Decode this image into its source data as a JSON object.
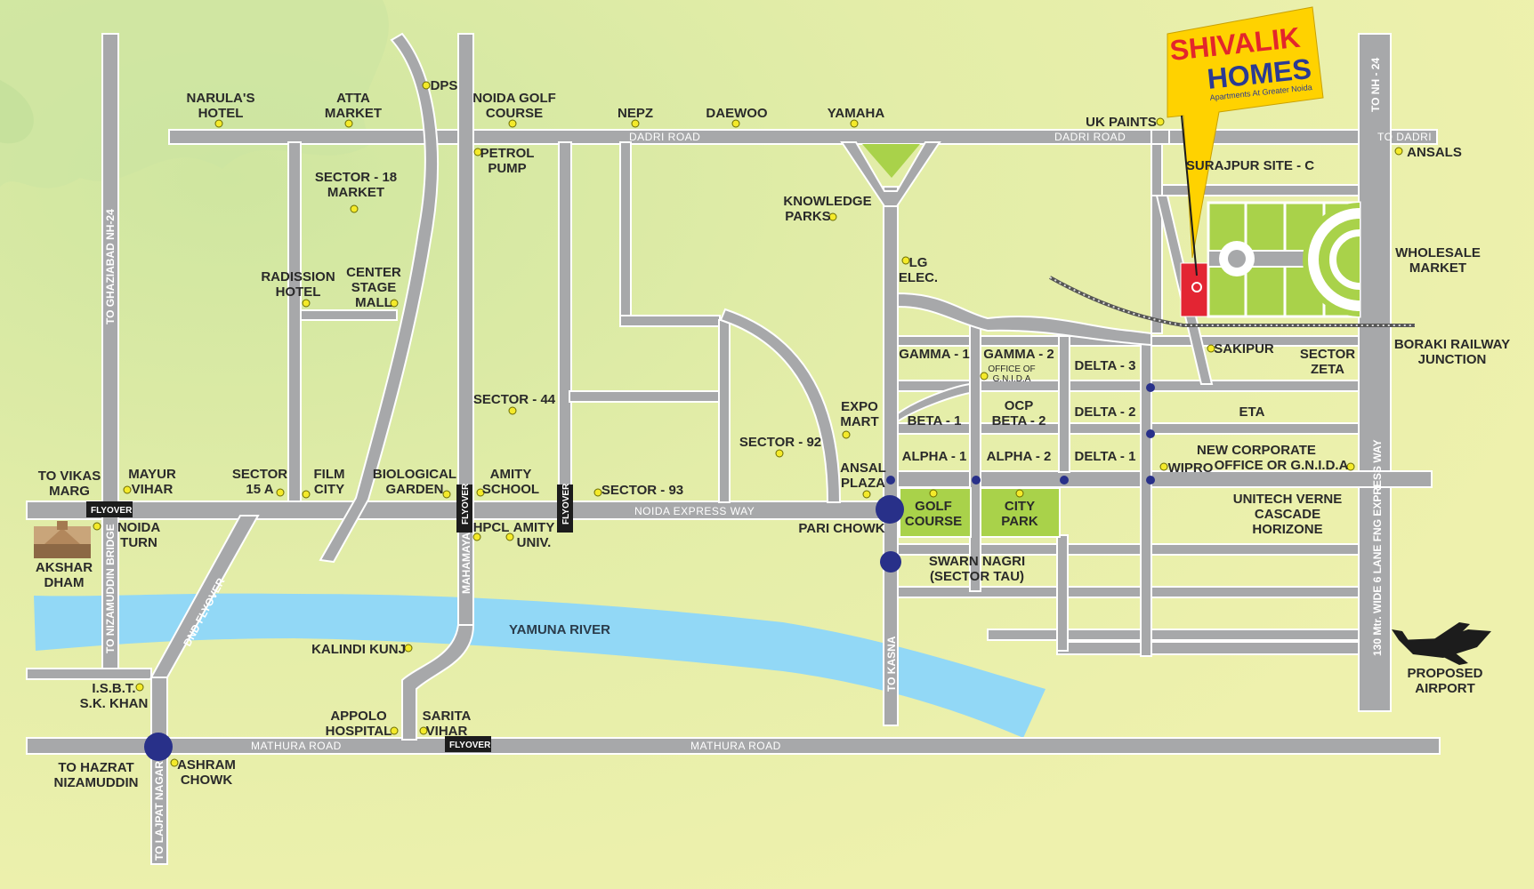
{
  "brand": {
    "name_line1": "SHIVALIK",
    "name_line2": "HOMES",
    "tagline": "Apartments At Greater Noida",
    "colors": {
      "red": "#e3262b",
      "blue": "#2a3a93",
      "flag": "#ffd200"
    }
  },
  "colors": {
    "background": "#e6eea8",
    "road": "#a7a8aa",
    "road_edge": "#ffffff",
    "river": "#92d8f6",
    "park": "#a9d24a",
    "marker": "#f4ea2a",
    "junction": "#283089",
    "site": "#e32533",
    "flyover": "#1c1c1c"
  },
  "roads": {
    "dadri_road": "DADRI  ROAD",
    "dadri_road_2": "DADRI  ROAD",
    "to_dadri": "TO DADRI",
    "noida_express_way": "NOIDA  EXPRESS  WAY",
    "mathura_road": "MATHURA ROAD",
    "mathura_road_2": "MATHURA ROAD",
    "to_ghaziabad": "TO GHAZIABAD  NH-24",
    "to_nizamuddin_bridge": "TO NIZAMUDDIN BRIDGE",
    "dnd_flyover": "DND FLYOVER",
    "mahamaya": "MAHAMAYA",
    "flyover_vertical": "FLYOVER",
    "to_kasna": "TO KASNA",
    "to_lajpat_nagar": "TO LAJPAT NAGAR",
    "to_nh24": "TO NH - 24",
    "expressway_130": "130 Mtr. WIDE 6 LANE FNG EXPRESS WAY"
  },
  "flyover_tags": {
    "flyover_1": "FLYOVER",
    "flyover_2": "FLYOVER"
  },
  "river": {
    "name": "YAMUNA RIVER"
  },
  "places": {
    "narulas_hotel": [
      "NARULA'S",
      "HOTEL"
    ],
    "atta_market": [
      "ATTA",
      "MARKET"
    ],
    "dps": "DPS",
    "noida_golf_course": [
      "NOIDA GOLF",
      "COURSE"
    ],
    "nepz": "NEPZ",
    "daewoo": "DAEWOO",
    "yamaha": "YAMAHA",
    "uk_paints": "UK PAINTS",
    "ansals": "ANSALS",
    "petrol_pump": [
      "PETROL",
      "PUMP"
    ],
    "sector_18_market": [
      "SECTOR - 18",
      "MARKET"
    ],
    "knowledge_parks": [
      "KNOWLEDGE",
      "PARKS"
    ],
    "lg_elec": [
      "LG",
      "ELEC."
    ],
    "radission_hotel": [
      "RADISSION",
      "HOTEL"
    ],
    "center_stage_mall": [
      "CENTER",
      "STAGE",
      "MALL"
    ],
    "sector_44": "SECTOR - 44",
    "expo_mart": [
      "EXPO",
      "MART"
    ],
    "sector_92": "SECTOR - 92",
    "ansal_plaza": [
      "ANSAL",
      "PLAZA"
    ],
    "to_vikas_marg": [
      "TO VIKAS",
      "MARG"
    ],
    "mayur_vihar": [
      "MAYUR",
      "VIHAR"
    ],
    "sector_15a": [
      "SECTOR",
      "15 A"
    ],
    "film_city": [
      "FILM",
      "CITY"
    ],
    "biological_garden": [
      "BIOLOGICAL",
      "GARDEN"
    ],
    "amity_school": [
      "AMITY",
      "SCHOOL"
    ],
    "sector_93": "SECTOR - 93",
    "noida_turn": [
      "NOIDA",
      "TURN"
    ],
    "hpcl": "HPCL",
    "amity_univ": [
      "AMITY",
      "UNIV."
    ],
    "pari_chowk": "PARI CHOWK",
    "akshar_dham": [
      "AKSHAR",
      "DHAM"
    ],
    "swarn_nagri": [
      "SWARN NAGRI",
      "(SECTOR TAU)"
    ],
    "kalindi_kunj": "KALINDI KUNJ",
    "isbt": [
      "I.S.B.T.",
      "S.K. KHAN"
    ],
    "appolo_hospital": [
      "APPOLO",
      "HOSPITAL"
    ],
    "sarita_vihar": [
      "SARITA",
      "VIHAR"
    ],
    "to_hazrat_nizamuddin": [
      "TO HAZRAT",
      "NIZAMUDDIN"
    ],
    "ashram_chowk": [
      "ASHRAM",
      "CHOWK"
    ],
    "wholesale_market": [
      "WHOLESALE",
      "MARKET"
    ],
    "boraki_junction": [
      "BORAKI RAILWAY",
      "JUNCTION"
    ],
    "proposed_airport": [
      "PROPOSED",
      "AIRPORT"
    ],
    "sakipur": "SAKIPUR",
    "wipro": "WIPRO"
  },
  "zones": {
    "surajpur": "SURAJPUR SITE - C",
    "gamma1": "GAMMA - 1",
    "gamma2": "GAMMA - 2",
    "gamma2_sub": [
      "OFFICE OF",
      "G.N.I.D.A"
    ],
    "delta3": "DELTA - 3",
    "sector_zeta": [
      "SECTOR",
      "ZETA"
    ],
    "beta1": "BETA - 1",
    "ocp_beta2": [
      "OCP",
      "BETA - 2"
    ],
    "delta2": "DELTA - 2",
    "eta": "ETA",
    "alpha1": "ALPHA - 1",
    "alpha2": "ALPHA - 2",
    "delta1": "DELTA - 1",
    "new_corporate": [
      "NEW CORPORATE",
      "OFFICE OR G.N.I.D.A"
    ],
    "golf_course": [
      "GOLF",
      "COURSE"
    ],
    "city_park": [
      "CITY",
      "PARK"
    ],
    "unitech": [
      "UNITECH VERNE",
      "CASCADE",
      "HORIZONE"
    ]
  }
}
